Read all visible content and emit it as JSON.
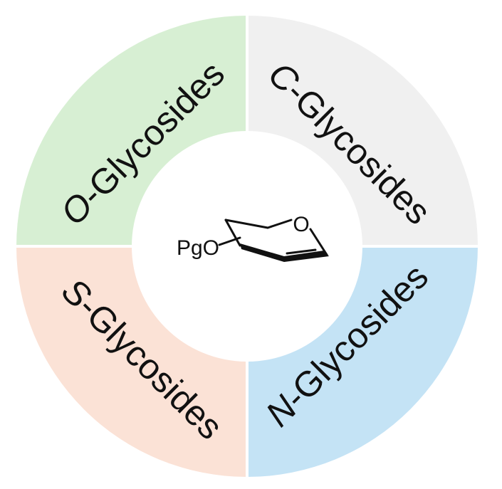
{
  "segments": [
    {
      "id": "o",
      "prefix": "O",
      "suffix": "-Glycosides",
      "color": "#d7efd3"
    },
    {
      "id": "c",
      "prefix": "C",
      "suffix": "-Glycosides",
      "color": "#f0f0f0"
    },
    {
      "id": "n",
      "prefix": "N",
      "suffix": "-Glycosides",
      "color": "#c4e3f5"
    },
    {
      "id": "s",
      "prefix": "S",
      "suffix": "-Glycosides",
      "color": "#fbe2d6"
    }
  ],
  "center": {
    "substituent_label": "PgO",
    "ring_oxygen_label": "O"
  }
}
